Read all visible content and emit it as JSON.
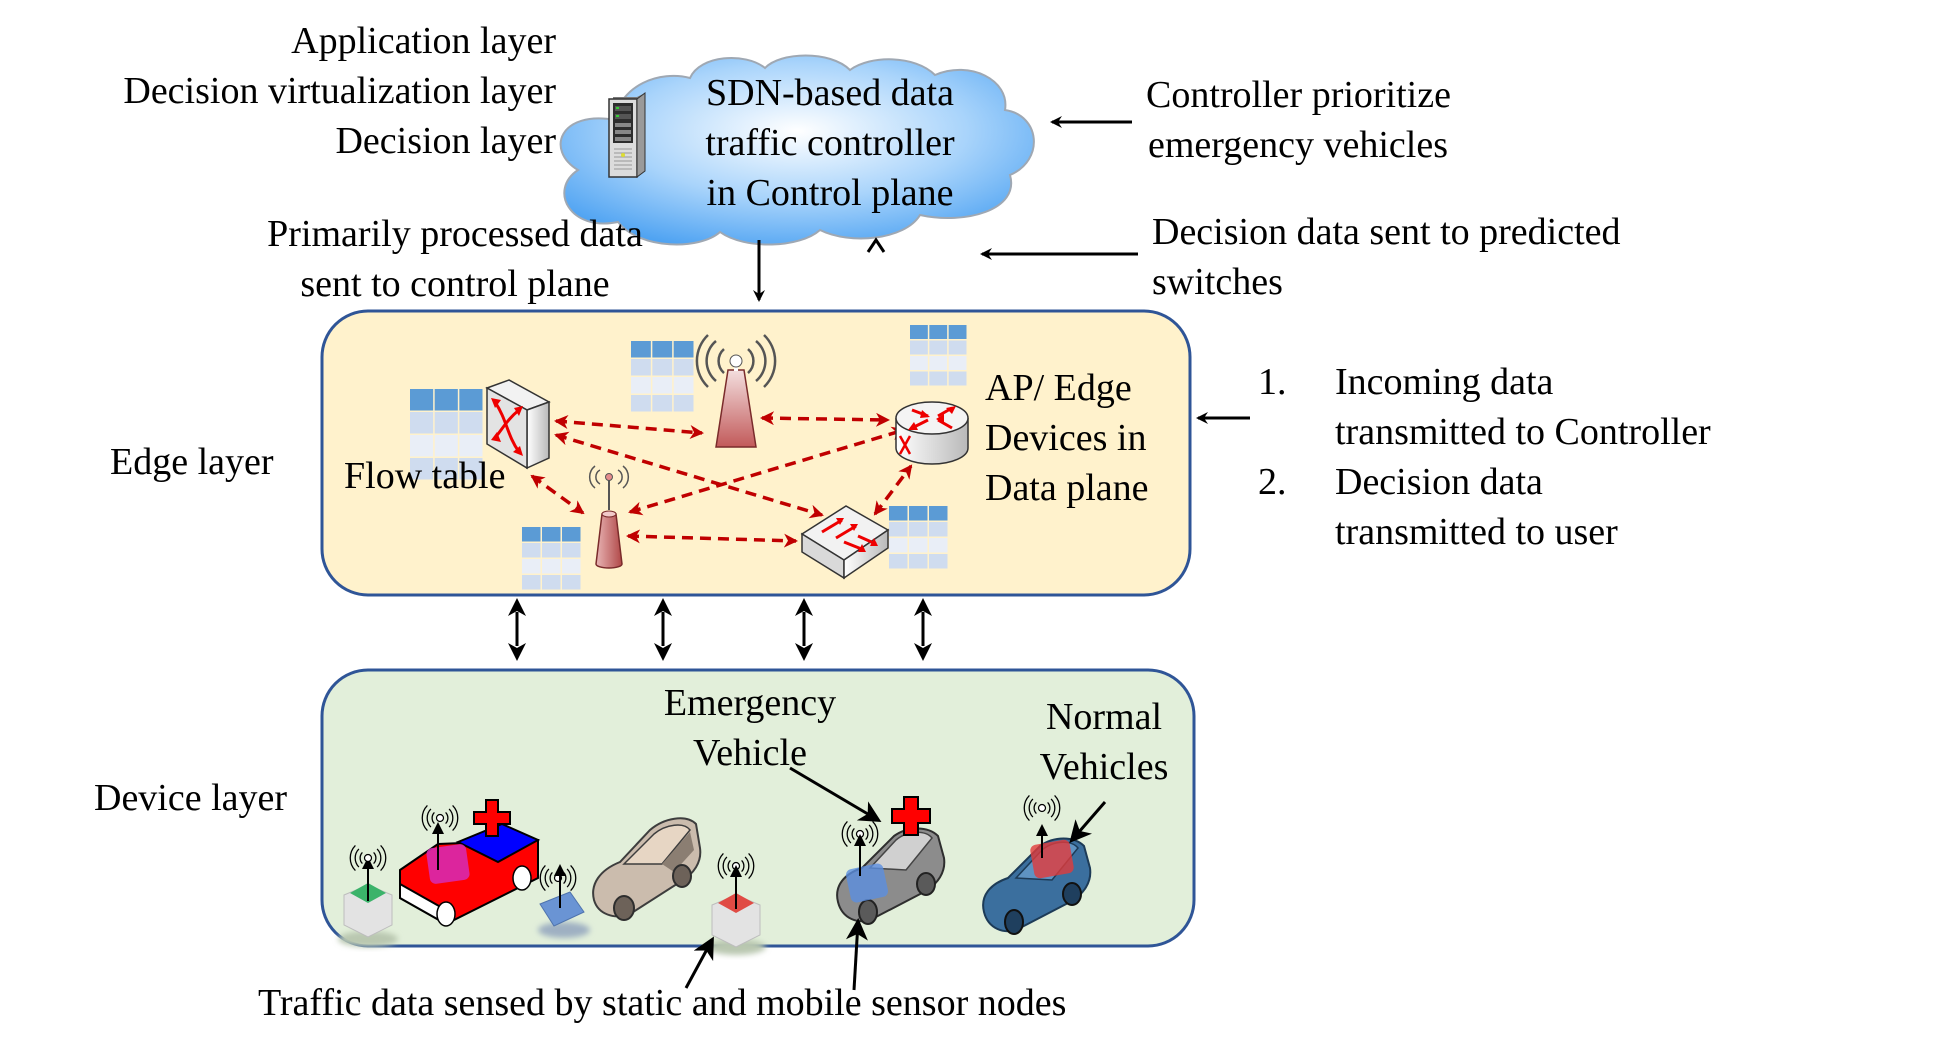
{
  "domain": "Diagram",
  "control_plane": {
    "layer_labels": [
      "Application layer",
      "Decision virtualization layer",
      "Decision layer"
    ],
    "cloud_text": [
      "SDN-based data",
      "traffic controller",
      "in Control plane"
    ],
    "server_icon": "server-rack-icon"
  },
  "annotations": {
    "controller_note": [
      "Controller prioritize",
      "emergency vehicles"
    ],
    "decision_note": [
      "Decision data sent to predicted",
      "switches"
    ],
    "upload_note": [
      "Primarily processed data",
      "sent to control plane"
    ]
  },
  "edge_layer": {
    "label": "Edge layer",
    "flow_table_label": "Flow table",
    "plane_text": [
      "AP/ Edge",
      "Devices in",
      "Data plane"
    ],
    "icons": [
      "switch-icon",
      "wireless-tower-icon",
      "router-icon",
      "small-antenna-icon",
      "workgroup-switch-icon",
      "flow-table-icon"
    ]
  },
  "edge_steps": [
    {
      "num": "1.",
      "lines": [
        "Incoming data",
        "transmitted to Controller"
      ]
    },
    {
      "num": "2.",
      "lines": [
        "Decision data",
        "transmitted to user"
      ]
    }
  ],
  "device_layer": {
    "label": "Device layer",
    "emergency_label": [
      "Emergency",
      "Vehicle"
    ],
    "normal_label": [
      "Normal",
      "Vehicles"
    ],
    "icons": [
      "static-sensor-green-icon",
      "ambulance-icon",
      "sensor-blue-icon",
      "car-beige-icon",
      "static-sensor-red-icon",
      "emergency-car-gray-icon",
      "car-blue-icon"
    ]
  },
  "caption": "Traffic data sensed by static and mobile sensor nodes",
  "colors": {
    "edge_fill": "#fff2cc",
    "device_fill": "#e2efda",
    "box_border": "#2f5597",
    "table_header": "#5b9bd5",
    "table_row_a": "#cfdcef",
    "table_row_b": "#e9eef7",
    "link_dashed": "#c00000",
    "cross_red": "#ff0000"
  }
}
